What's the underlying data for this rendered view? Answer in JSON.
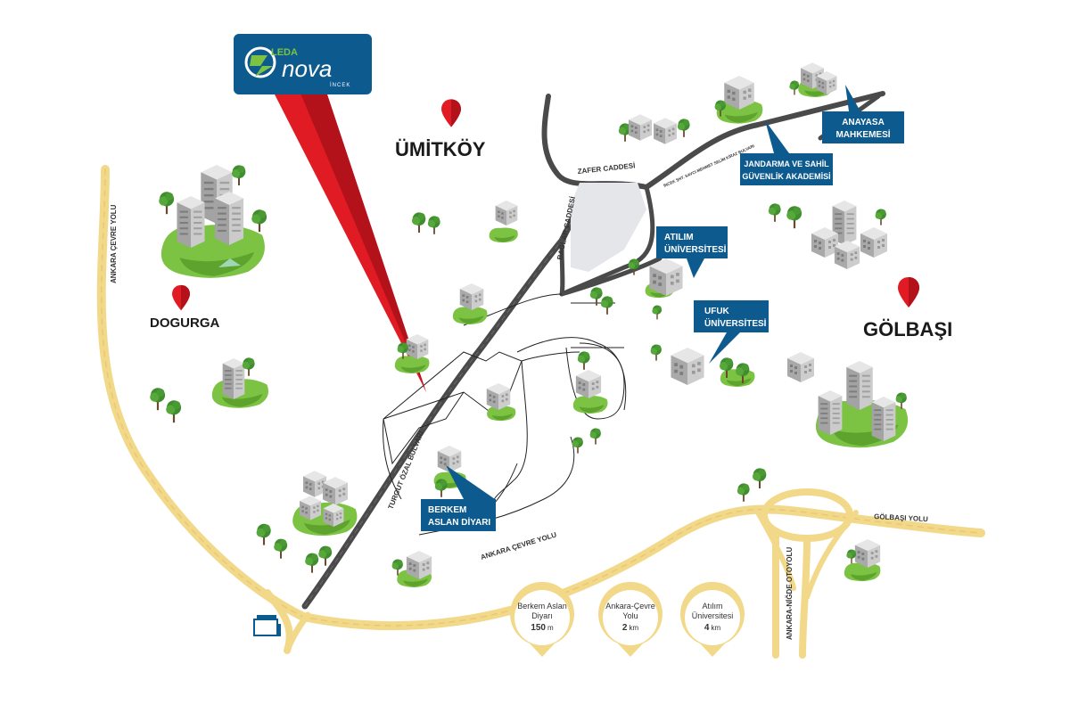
{
  "brand": {
    "name_top": "LEDA",
    "name_main": "nova",
    "name_sub": "İNCEK"
  },
  "places": {
    "umitkoy": "ÜMİTKÖY",
    "dogurga": "DOGURGA",
    "golbasi": "GÖLBAŞI"
  },
  "roads": {
    "ankara_cevre_yolu_v": "ANKARA ÇEVRE YOLU",
    "ankara_cevre_yolu_h": "ANKARA ÇEVRE YOLU",
    "zafer_caddesi": "ZAFER CADDESİ",
    "baglar_caddesi": "BAĞLAR CADDESİ",
    "turgut_ozal_bulvari": "TURGUT ÖZAL BULVARI",
    "incek_bulvari": "İNCEK ŞHT. SAVCI MEHMET SELİM KİRAZ BULVARI",
    "golbasi_yolu": "GÖLBAŞI YOLU",
    "ankara_nigde_otoyolu": "ANKARA-NİĞDE OTOYOLU"
  },
  "callouts": {
    "anayasa": [
      "ANAYASA",
      "MAHKEMESİ"
    ],
    "jandarma": [
      "JANDARMA VE SAHİL",
      "GÜVENLİK AKADEMİSİ"
    ],
    "atilim": [
      "ATILIM",
      "ÜNİVERSİTESİ"
    ],
    "ufuk": [
      "UFUK",
      "ÜNİVERSİTESİ"
    ],
    "berkem": [
      "BERKEM",
      "ASLAN DİYARI"
    ]
  },
  "distances": [
    {
      "line1": "Berkem Aslan",
      "line2": "Diyarı",
      "value": "150",
      "unit": "m"
    },
    {
      "line1": "Ankara-Çevre",
      "line2": "Yolu",
      "value": "2",
      "unit": "km"
    },
    {
      "line1": "Atılım",
      "line2": "Üniversitesi",
      "value": "4",
      "unit": "km"
    }
  ],
  "colors": {
    "navy": "#0d5a8f",
    "yellow": "#f2d98a",
    "road_dark": "#4a4a4a",
    "green": "#7cc243",
    "pin_red": "#e01b24"
  }
}
